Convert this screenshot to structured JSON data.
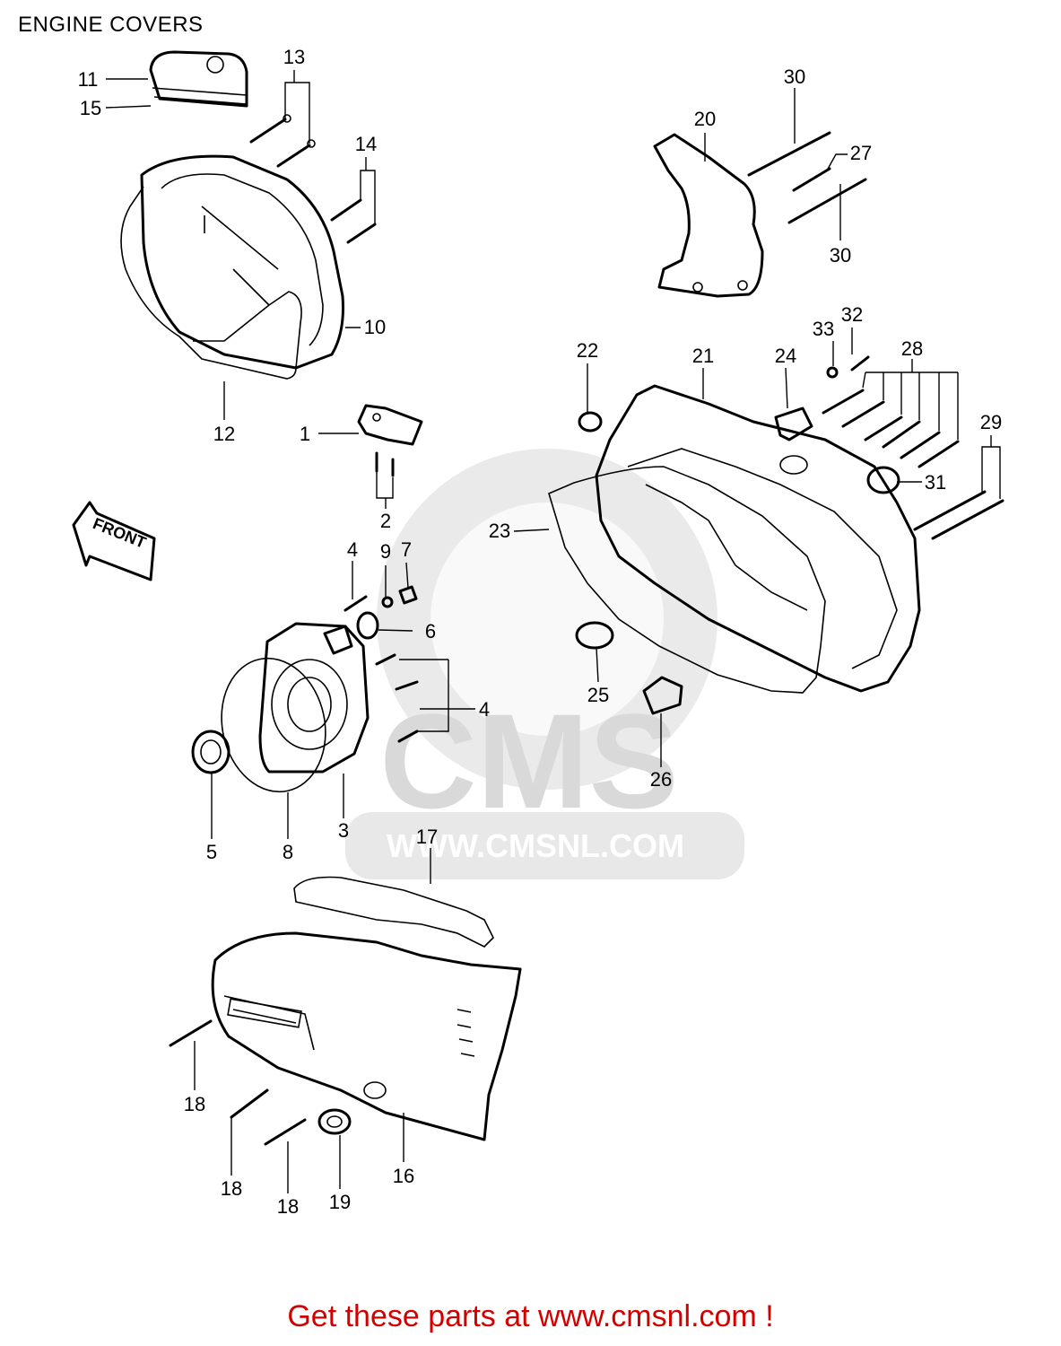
{
  "title": "ENGINE COVERS",
  "watermark": {
    "logo_text": "CMS",
    "url_text": "WWW.CMSNL.COM",
    "color": "#d9d9d9"
  },
  "front_arrow_label": "FRONT",
  "callouts": [
    "1",
    "2",
    "3",
    "4",
    "4",
    "5",
    "6",
    "7",
    "8",
    "9",
    "10",
    "11",
    "12",
    "13",
    "14",
    "15",
    "16",
    "17",
    "18",
    "18",
    "18",
    "19",
    "20",
    "21",
    "22",
    "23",
    "24",
    "25",
    "26",
    "27",
    "28",
    "29",
    "30",
    "30",
    "31",
    "32",
    "33"
  ],
  "footer": {
    "text": "Get these parts at www.cmsnl.com !",
    "color": "#d40000"
  }
}
